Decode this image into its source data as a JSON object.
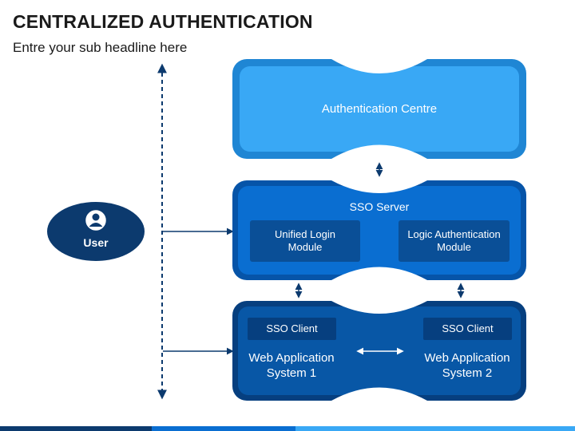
{
  "header": {
    "title": "CENTRALIZED AUTHENTICATION",
    "subtitle": "Entre your sub headline here"
  },
  "user": {
    "label": "User",
    "icon": "user-icon"
  },
  "auth_centre": {
    "label": "Authentication Centre"
  },
  "sso_server": {
    "label": "SSO Server",
    "modules": [
      "Unified Login\nModule",
      "Logic Authentication\nModule"
    ]
  },
  "web_apps": {
    "clients": [
      "SSO Client",
      "SSO Client"
    ],
    "systems": [
      "Web Application\nSystem 1",
      "Web Application\nSystem 2"
    ]
  },
  "colors": {
    "light_blue": "#39a8f5",
    "light_blue_border": "#1f86d4",
    "mid_blue": "#0a6ed1",
    "mid_blue_border": "#0654a8",
    "dark_blue": "#0857a6",
    "dark_blue_border": "#063f7f",
    "navy": "#0c3a6e",
    "inner_box": "#0a4f97"
  }
}
